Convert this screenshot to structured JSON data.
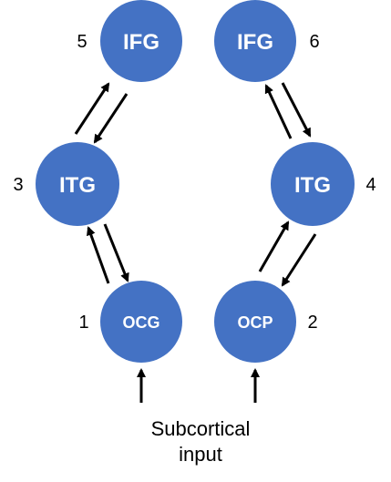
{
  "nodes": {
    "ifg_left": {
      "label": "IFG",
      "index": "5"
    },
    "ifg_right": {
      "label": "IFG",
      "index": "6"
    },
    "itg_left": {
      "label": "ITG",
      "index": "3"
    },
    "itg_right": {
      "label": "ITG",
      "index": "4"
    },
    "ocg": {
      "label": "OCG",
      "index": "1"
    },
    "ocp": {
      "label": "OCP",
      "index": "2"
    }
  },
  "input_label": {
    "line1": "Subcortical",
    "line2": "input"
  },
  "colors": {
    "node_fill": "#4472c4",
    "node_text": "#ffffff",
    "arrow": "#000000"
  }
}
